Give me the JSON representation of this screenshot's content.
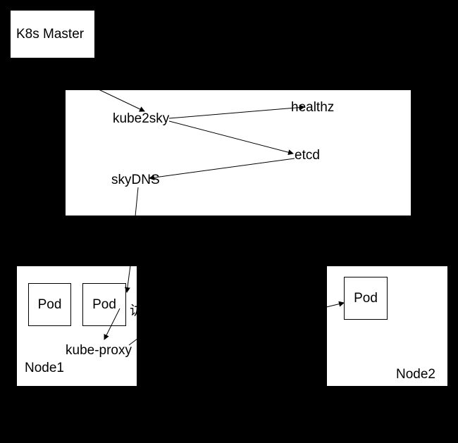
{
  "master": {
    "label": "K8s Master"
  },
  "dns_group": {
    "kube2sky": "kube2sky",
    "healthz": "healthz",
    "etcd": "etcd",
    "skydns": "skyDNS"
  },
  "node1": {
    "label": "Node1",
    "pod1": "Pod",
    "pod2": "Pod",
    "kube_proxy": "kube-proxy",
    "access_char": "访"
  },
  "node2": {
    "label": "Node2",
    "pod": "Pod"
  },
  "colors": {
    "background": "#000000",
    "box_fill": "#ffffff",
    "stroke": "#000000"
  }
}
